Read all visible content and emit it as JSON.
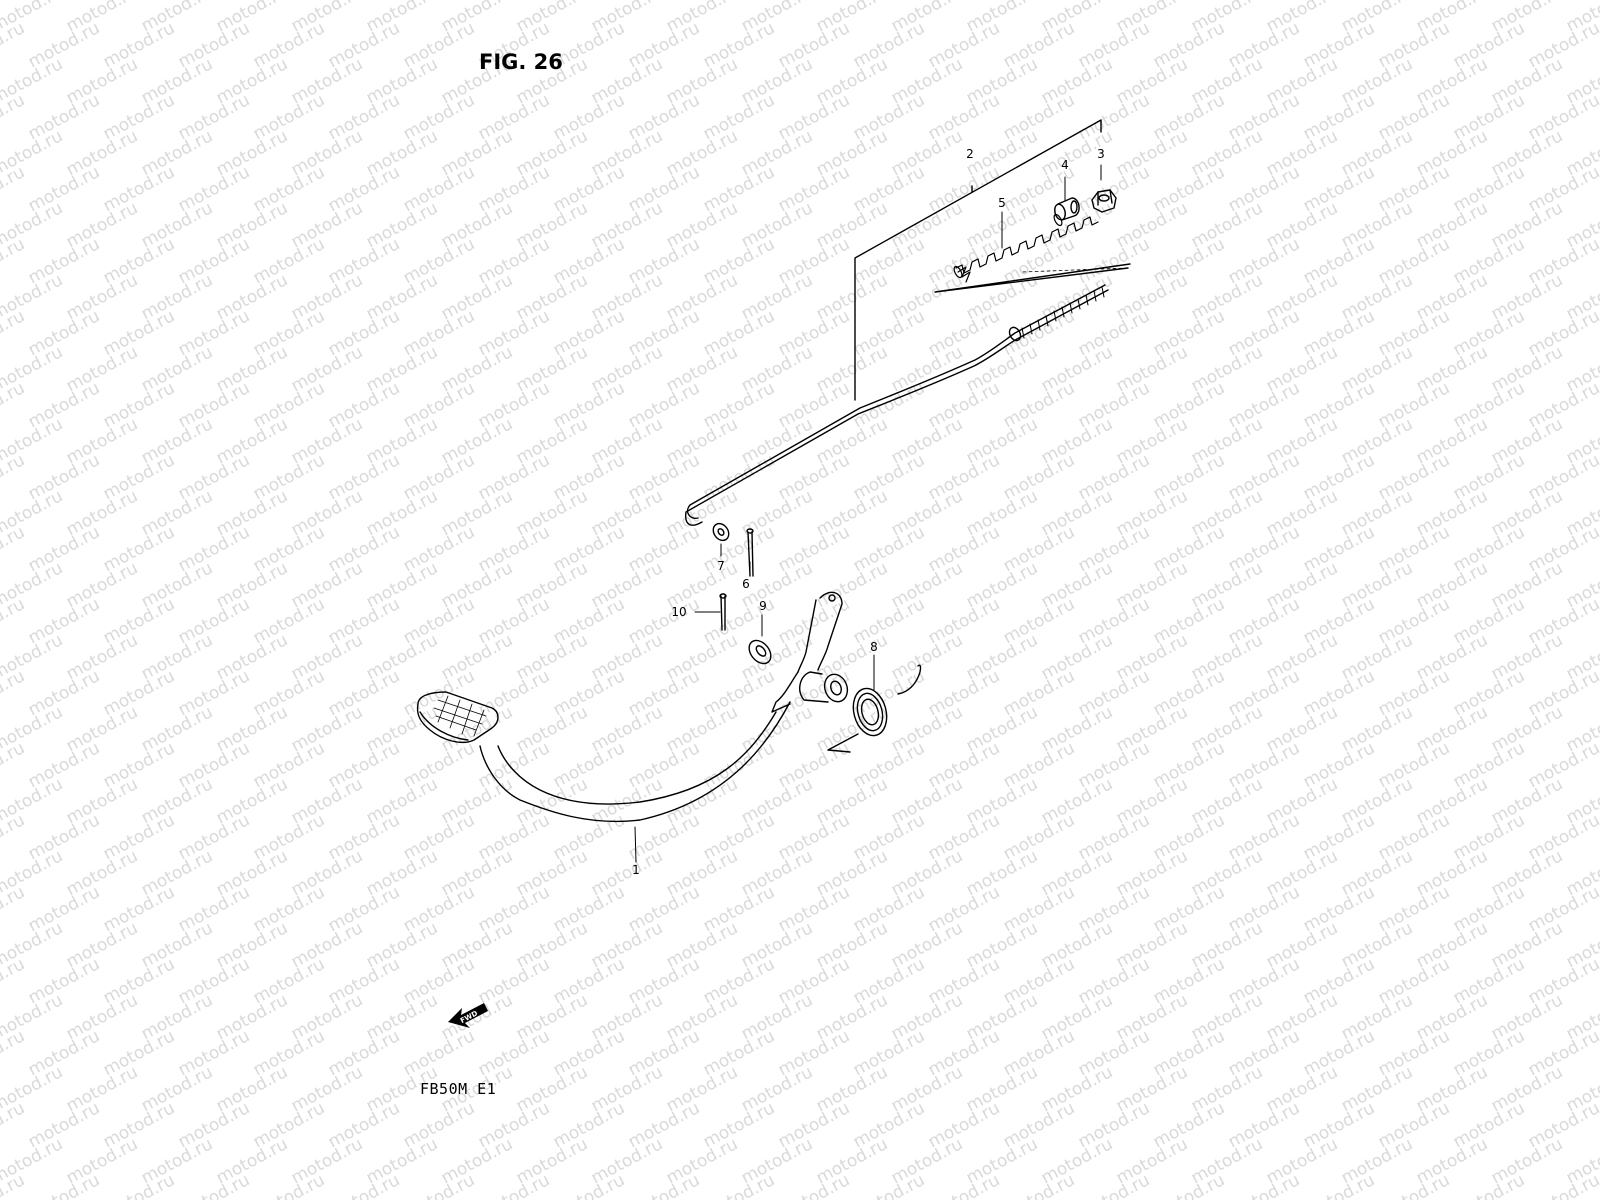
{
  "figure": {
    "title": "FIG. 26",
    "model_code": "FB50M E1",
    "fwd_label": "FWD"
  },
  "watermark": {
    "text": "motod.ru",
    "color": "#d9d9d9"
  },
  "callouts": [
    {
      "id": "1",
      "label": "1"
    },
    {
      "id": "2",
      "label": "2"
    },
    {
      "id": "3",
      "label": "3"
    },
    {
      "id": "4",
      "label": "4"
    },
    {
      "id": "5",
      "label": "5"
    },
    {
      "id": "6",
      "label": "6"
    },
    {
      "id": "7",
      "label": "7"
    },
    {
      "id": "8",
      "label": "8"
    },
    {
      "id": "9",
      "label": "9"
    },
    {
      "id": "10",
      "label": "10"
    }
  ],
  "colors": {
    "line": "#000000",
    "background": "#ffffff"
  }
}
